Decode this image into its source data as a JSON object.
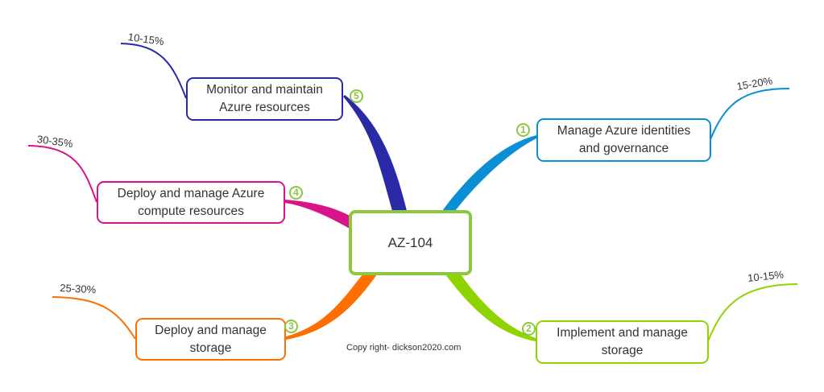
{
  "central": {
    "label": "AZ-104",
    "color": "#8dc63f"
  },
  "branches": [
    {
      "id": "identities",
      "number": "1",
      "label_line1": "Manage Azure identities",
      "label_line2": "and governance",
      "weight": "15-20%",
      "color": "#0a8ed4"
    },
    {
      "id": "impl-storage",
      "number": "2",
      "label_line1": "Implement and manage",
      "label_line2": "storage",
      "weight": "10-15%",
      "color": "#8fd400"
    },
    {
      "id": "deploy-storage",
      "number": "3",
      "label_line1": "Deploy and manage",
      "label_line2": "storage",
      "weight": "25-30%",
      "color": "#ff6f00"
    },
    {
      "id": "compute",
      "number": "4",
      "label_line1": "Deploy and manage Azure",
      "label_line2": "compute resources",
      "weight": "30-35%",
      "color": "#d9138a"
    },
    {
      "id": "monitor",
      "number": "5",
      "label_line1": "Monitor and maintain",
      "label_line2": "Azure resources",
      "weight": "10-15%",
      "color": "#2a2aa8"
    }
  ],
  "copyright": "Copy right- dickson2020.com"
}
